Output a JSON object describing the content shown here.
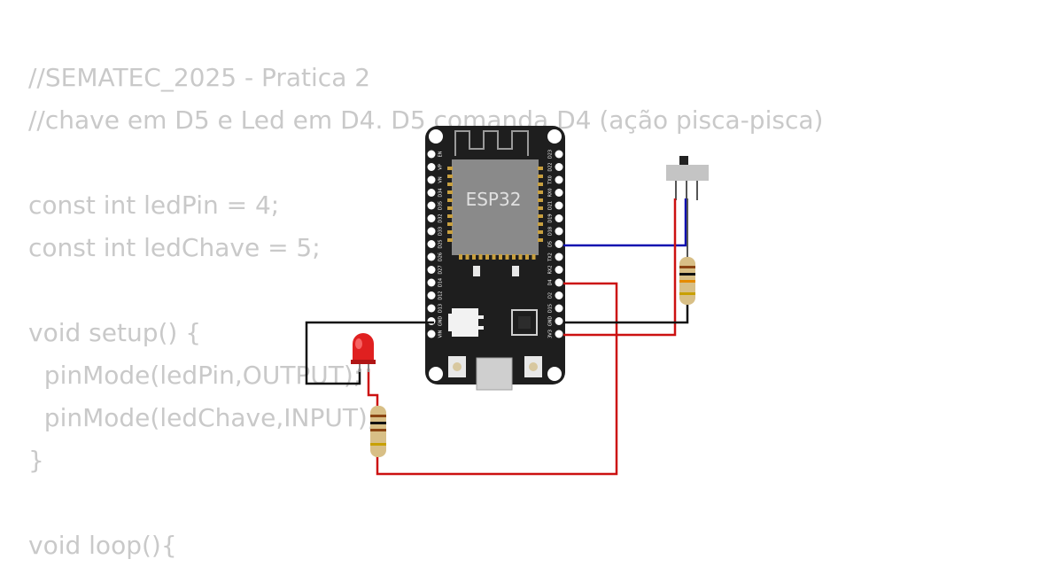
{
  "code": {
    "lines": [
      "//SEMATEC_2025 - Pratica 2",
      "//chave em D5 e Led em D4. D5 comanda D4 (ação pisca-pisca)",
      "",
      "const int ledPin = 4;",
      "const int ledChave = 5;",
      "",
      "void setup() {",
      "  pinMode(ledPin,OUTPUT);",
      "  pinMode(ledChave,INPUT);",
      "}",
      "",
      "void loop(){"
    ]
  },
  "board": {
    "chip_label": "ESP32",
    "left_pins": [
      "EN",
      "VP",
      "VN",
      "D34",
      "D35",
      "D32",
      "D33",
      "D25",
      "D26",
      "D27",
      "D14",
      "D12",
      "D13",
      "GND",
      "VIN"
    ],
    "right_pins": [
      "D23",
      "D22",
      "TX0",
      "RX0",
      "D21",
      "D19",
      "D18",
      "D5",
      "TX2",
      "RX2",
      "D4",
      "D2",
      "D15",
      "GND",
      "3V3"
    ]
  },
  "colors": {
    "board": "#1e1e1e",
    "chip": "#8a8a8a",
    "wire_red": "#cc1111",
    "wire_blue": "#1010b0",
    "wire_black": "#111111",
    "led": "#e02020",
    "code_text": "#c9c9c9"
  }
}
